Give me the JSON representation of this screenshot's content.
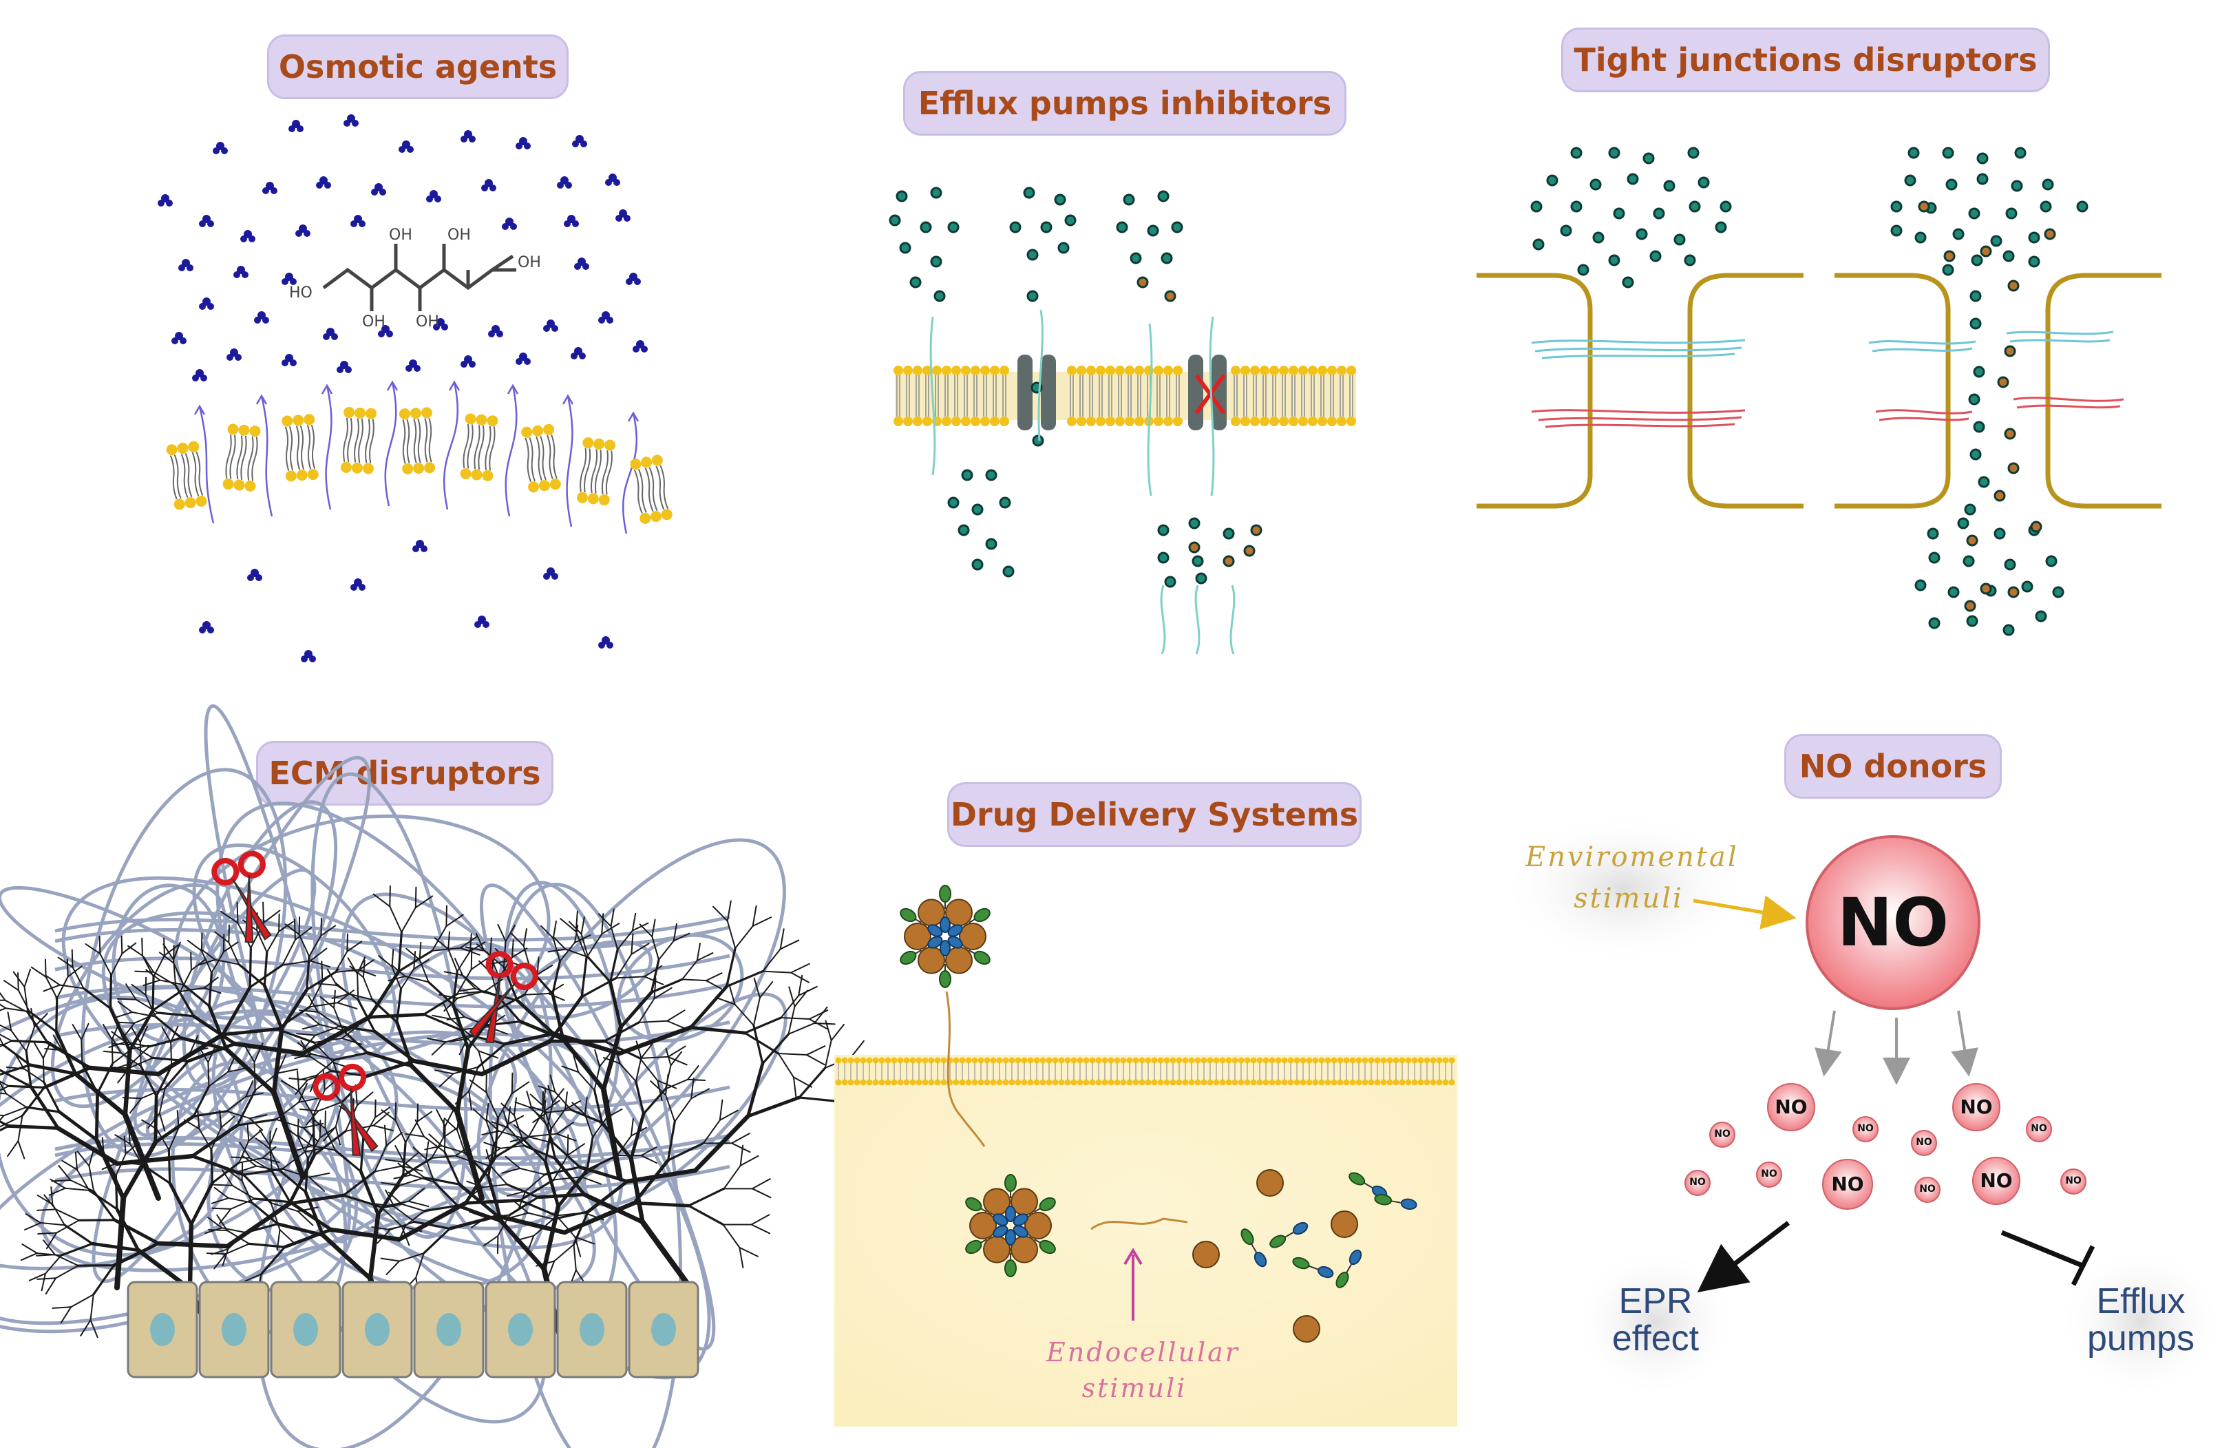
{
  "panels": {
    "osmotic": {
      "title": "Osmotic agents",
      "molecule_labels": [
        "HO",
        "OH",
        "OH",
        "OH",
        "OH",
        "OH"
      ]
    },
    "efflux": {
      "title": "Efflux pumps inhibitors"
    },
    "tight": {
      "title": "Tight junctions disruptors"
    },
    "ecm": {
      "title": "ECM disruptors"
    },
    "dds": {
      "title": "Drug Delivery Systems",
      "stimulus_line1": "Endocellular",
      "stimulus_line2": "stimuli"
    },
    "no": {
      "title": "NO donors",
      "env_line1": "Enviromental",
      "env_line2": "stimuli",
      "big_label": "NO",
      "small_label": "NO",
      "epr_line1": "EPR",
      "epr_line2": "effect",
      "efflux_line1": "Efflux",
      "efflux_line2": "pumps"
    }
  },
  "colors": {
    "pill_bg": "#ddd3f0",
    "title_text": "#a94a1a",
    "osmolyte": "#1a1a9a",
    "lipid_head": "#f2c21c",
    "drug_teal": "#1f8a7a",
    "drug_brown": "#b8742c",
    "junction_wall": "#b8941c",
    "tj_cyan": "#6ec6d6",
    "tj_red": "#e0505a",
    "pump": "#5f6b6b",
    "ecm_fiber": "#98a3bf",
    "cell": "#d8c79a",
    "cytoplasm": "#fdf4d4",
    "no_pink": "#f28a92",
    "scissors": "#d71920"
  }
}
